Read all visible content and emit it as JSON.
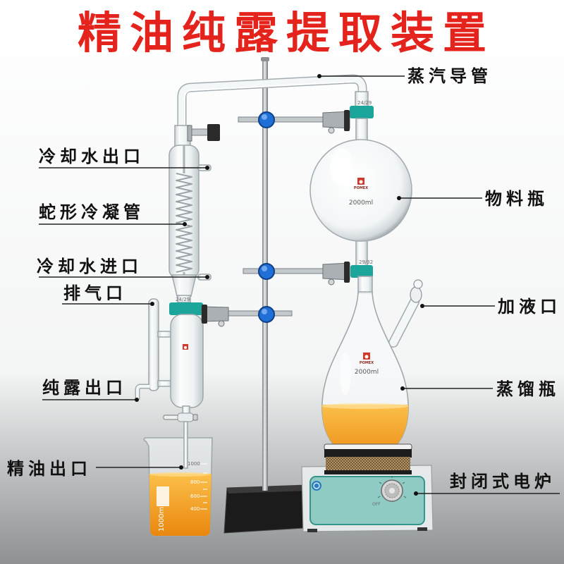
{
  "title": "精油纯露提取装置",
  "labels": {
    "steam_tube": "蒸汽导管",
    "coolant_outlet": "冷却水出口",
    "serpentine_condenser": "蛇形冷凝管",
    "coolant_inlet": "冷却水进口",
    "vent": "排气口",
    "hydrosol_outlet": "纯露出口",
    "oil_outlet": "精油出口",
    "material_flask": "物料瓶",
    "filling_port": "加液口",
    "distillation_flask": "蒸馏瓶",
    "electric_furnace": "封闭式电炉"
  },
  "glass_marks": {
    "top_joint": "24/29",
    "condenser_joint": "24/29",
    "middle_joint": "29/32",
    "material_flask_brand": "POMEX",
    "material_flask_volume": "2000ml",
    "distillation_flask_brand": "POMEX",
    "distillation_flask_volume": "2000ml",
    "beaker_volume": "1000ml",
    "beaker_scale": [
      "1000",
      "800",
      "600",
      "400"
    ]
  },
  "heater": {
    "dial_off": "OFF"
  },
  "colors": {
    "title_red": "#e5231d",
    "oil_light": "#fbc04a",
    "oil_dark": "#e9840c",
    "joint_teal": "#1ba59b",
    "knob_blue": "#1f6fd6",
    "panel_teal": "#8fcac3"
  }
}
